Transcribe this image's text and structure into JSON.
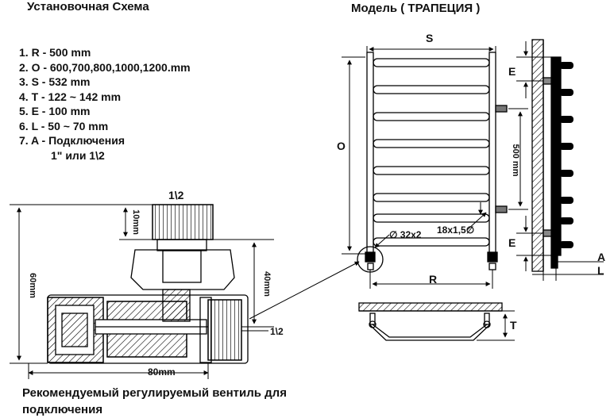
{
  "titles": {
    "left": "Установочная Схема",
    "right": "Модель ( ТРАПЕЦИЯ )"
  },
  "specs": [
    "1. R - 500 mm",
    "2. O - 600,700,800,1000,1200.mm",
    "3. S - 532 mm",
    "4. T - 122 ~ 142 mm",
    "5. E - 100 mm",
    "6. L - 50 ~ 70 mm",
    "7. A - Подключения",
    "1\" или 1\\2"
  ],
  "valve": {
    "top_thread": "1\\2",
    "dim_10": "10mm",
    "dim_60": "60mm",
    "dim_40": "40mm",
    "dim_80": "80mm",
    "side_thread": "1\\2",
    "caption": "Рекомендуемый регулируемый вентиль для подключения"
  },
  "rail": {
    "S": "S",
    "O": "O",
    "R": "R",
    "E_top": "E",
    "E_bottom": "E",
    "pipe": "∅ 32x2",
    "rung": "18x1,5∅",
    "height_500": "500 mm",
    "A": "A",
    "L": "L",
    "T": "T"
  }
}
